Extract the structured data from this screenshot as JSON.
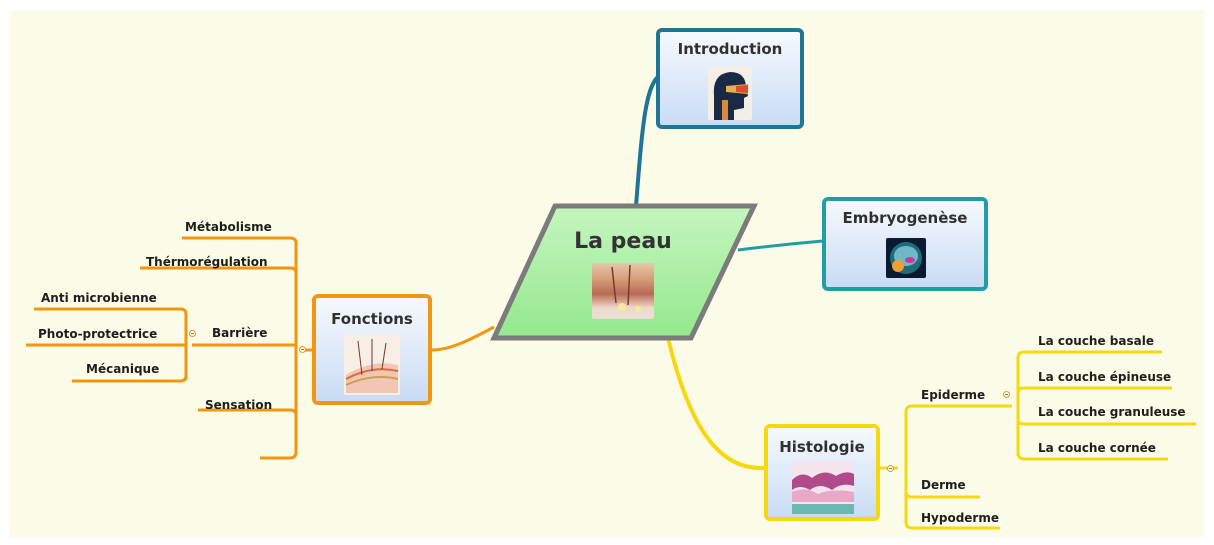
{
  "central": {
    "title": "La peau",
    "icon": "skin-cross-section-image"
  },
  "nodes": {
    "introduction": {
      "title": "Introduction",
      "icon": "head-profile-image",
      "color": "#1f7595"
    },
    "embryogenese": {
      "title": "Embryogenèse",
      "icon": "embryo-image",
      "color": "#1f9fa3"
    },
    "fonctions": {
      "title": "Fonctions",
      "icon": "skin-layers-image",
      "color": "#f0960f"
    },
    "histologie": {
      "title": "Histologie",
      "icon": "tissue-section-image",
      "color": "#f5d90f"
    }
  },
  "fonctions_items": {
    "metabolisme": "Métabolisme",
    "thermoregulation": "Thérmorégulation",
    "barriere": "Barrière",
    "sensation": "Sensation",
    "barriere_items": {
      "anti_microbienne": "Anti microbienne",
      "photo_protectrice": "Photo-protectrice",
      "mecanique": "Mécanique"
    }
  },
  "histologie_items": {
    "epiderme": "Epiderme",
    "derme": "Derme",
    "hypoderme": "Hypoderme",
    "epiderme_items": {
      "basale": "La couche basale",
      "epineuse": "La couche épineuse",
      "granuleuse": "La couche granuleuse",
      "cornee": "La couche cornée"
    }
  },
  "colors": {
    "central_fill": "#a9f0a3",
    "central_border": "#7b7b7b",
    "background": "#fbfbe8",
    "orange_branch": "#f0960f",
    "yellow_branch": "#f5d90f",
    "teal_branch": "#1f9fa3",
    "blue_branch": "#1f7595"
  }
}
